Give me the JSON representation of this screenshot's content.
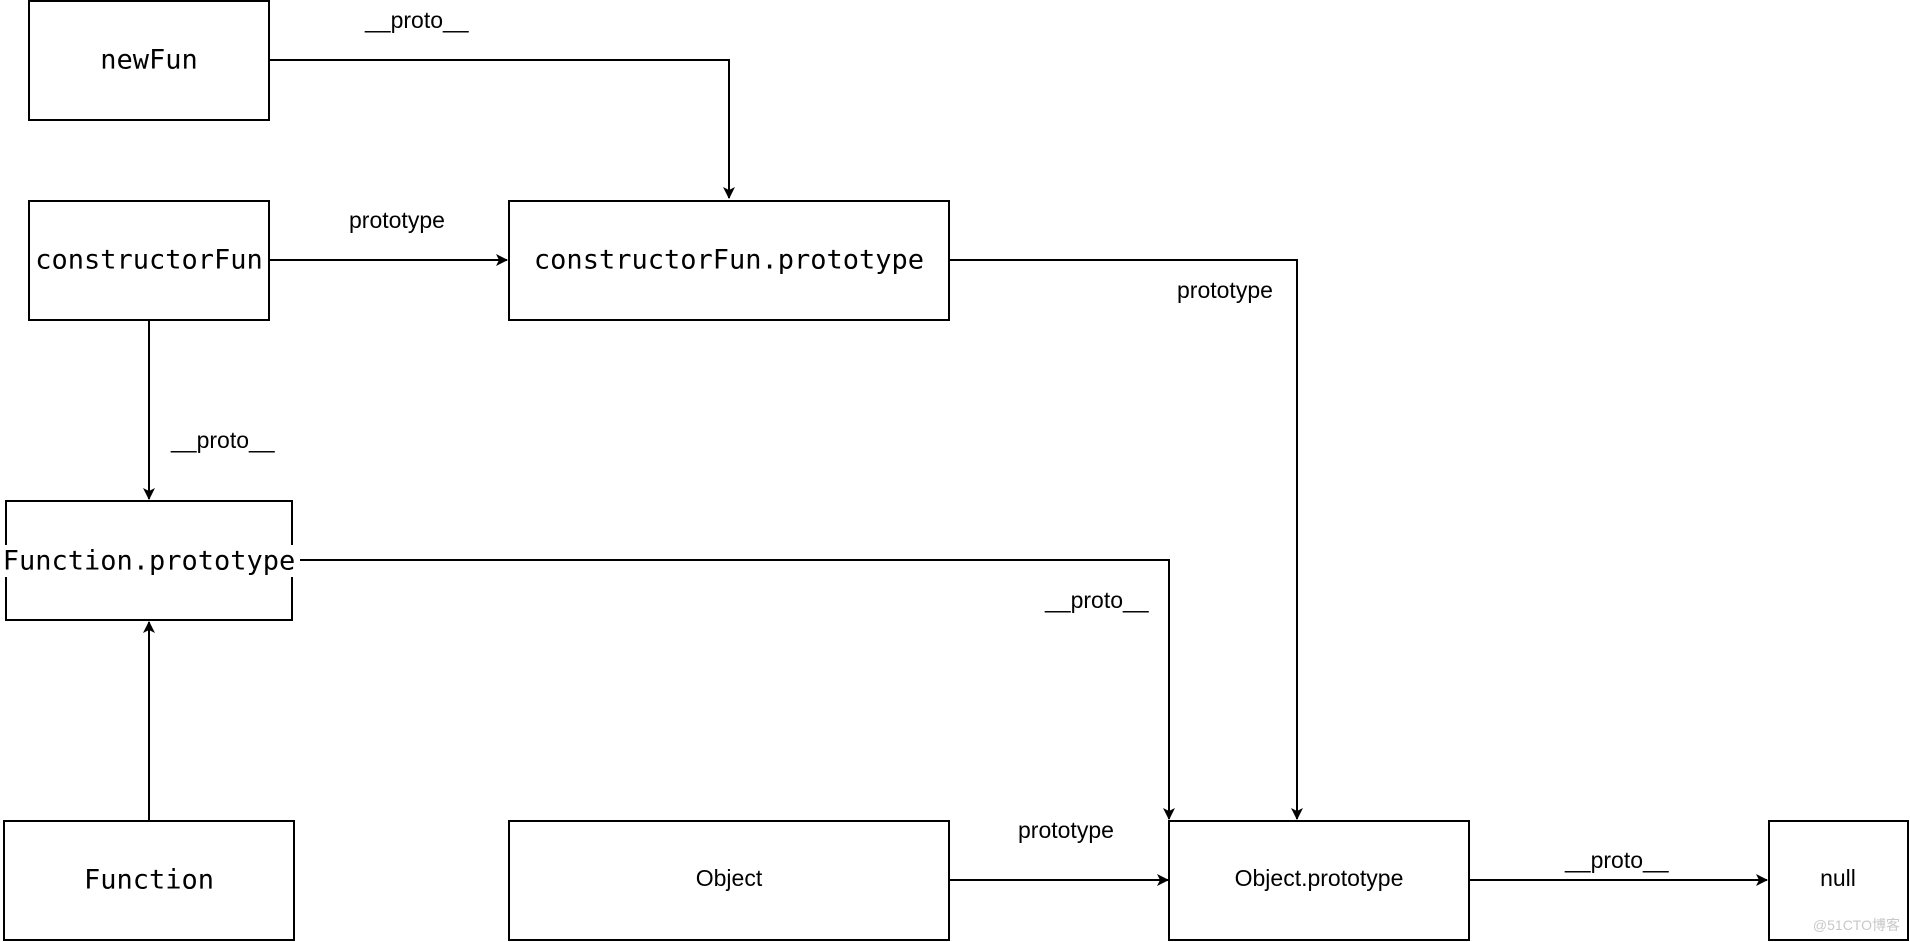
{
  "nodes": {
    "newFun": "newFun",
    "constructorFun": "constructorFun",
    "constructorFun_prototype": "constructorFun.prototype",
    "Function_prototype": "Function.prototype",
    "Function": "Function",
    "Object": "Object",
    "Object_prototype": "Object.prototype",
    "null": "null"
  },
  "edges": {
    "newFun_to_cfp": "__proto__",
    "cf_to_cfp": "prototype",
    "cfp_to_op": "prototype",
    "cf_to_fp": "__proto__",
    "fp_to_op": "__proto__",
    "obj_to_op": "prototype",
    "op_to_null": "__proto__"
  },
  "watermark": "@51CTO博客"
}
